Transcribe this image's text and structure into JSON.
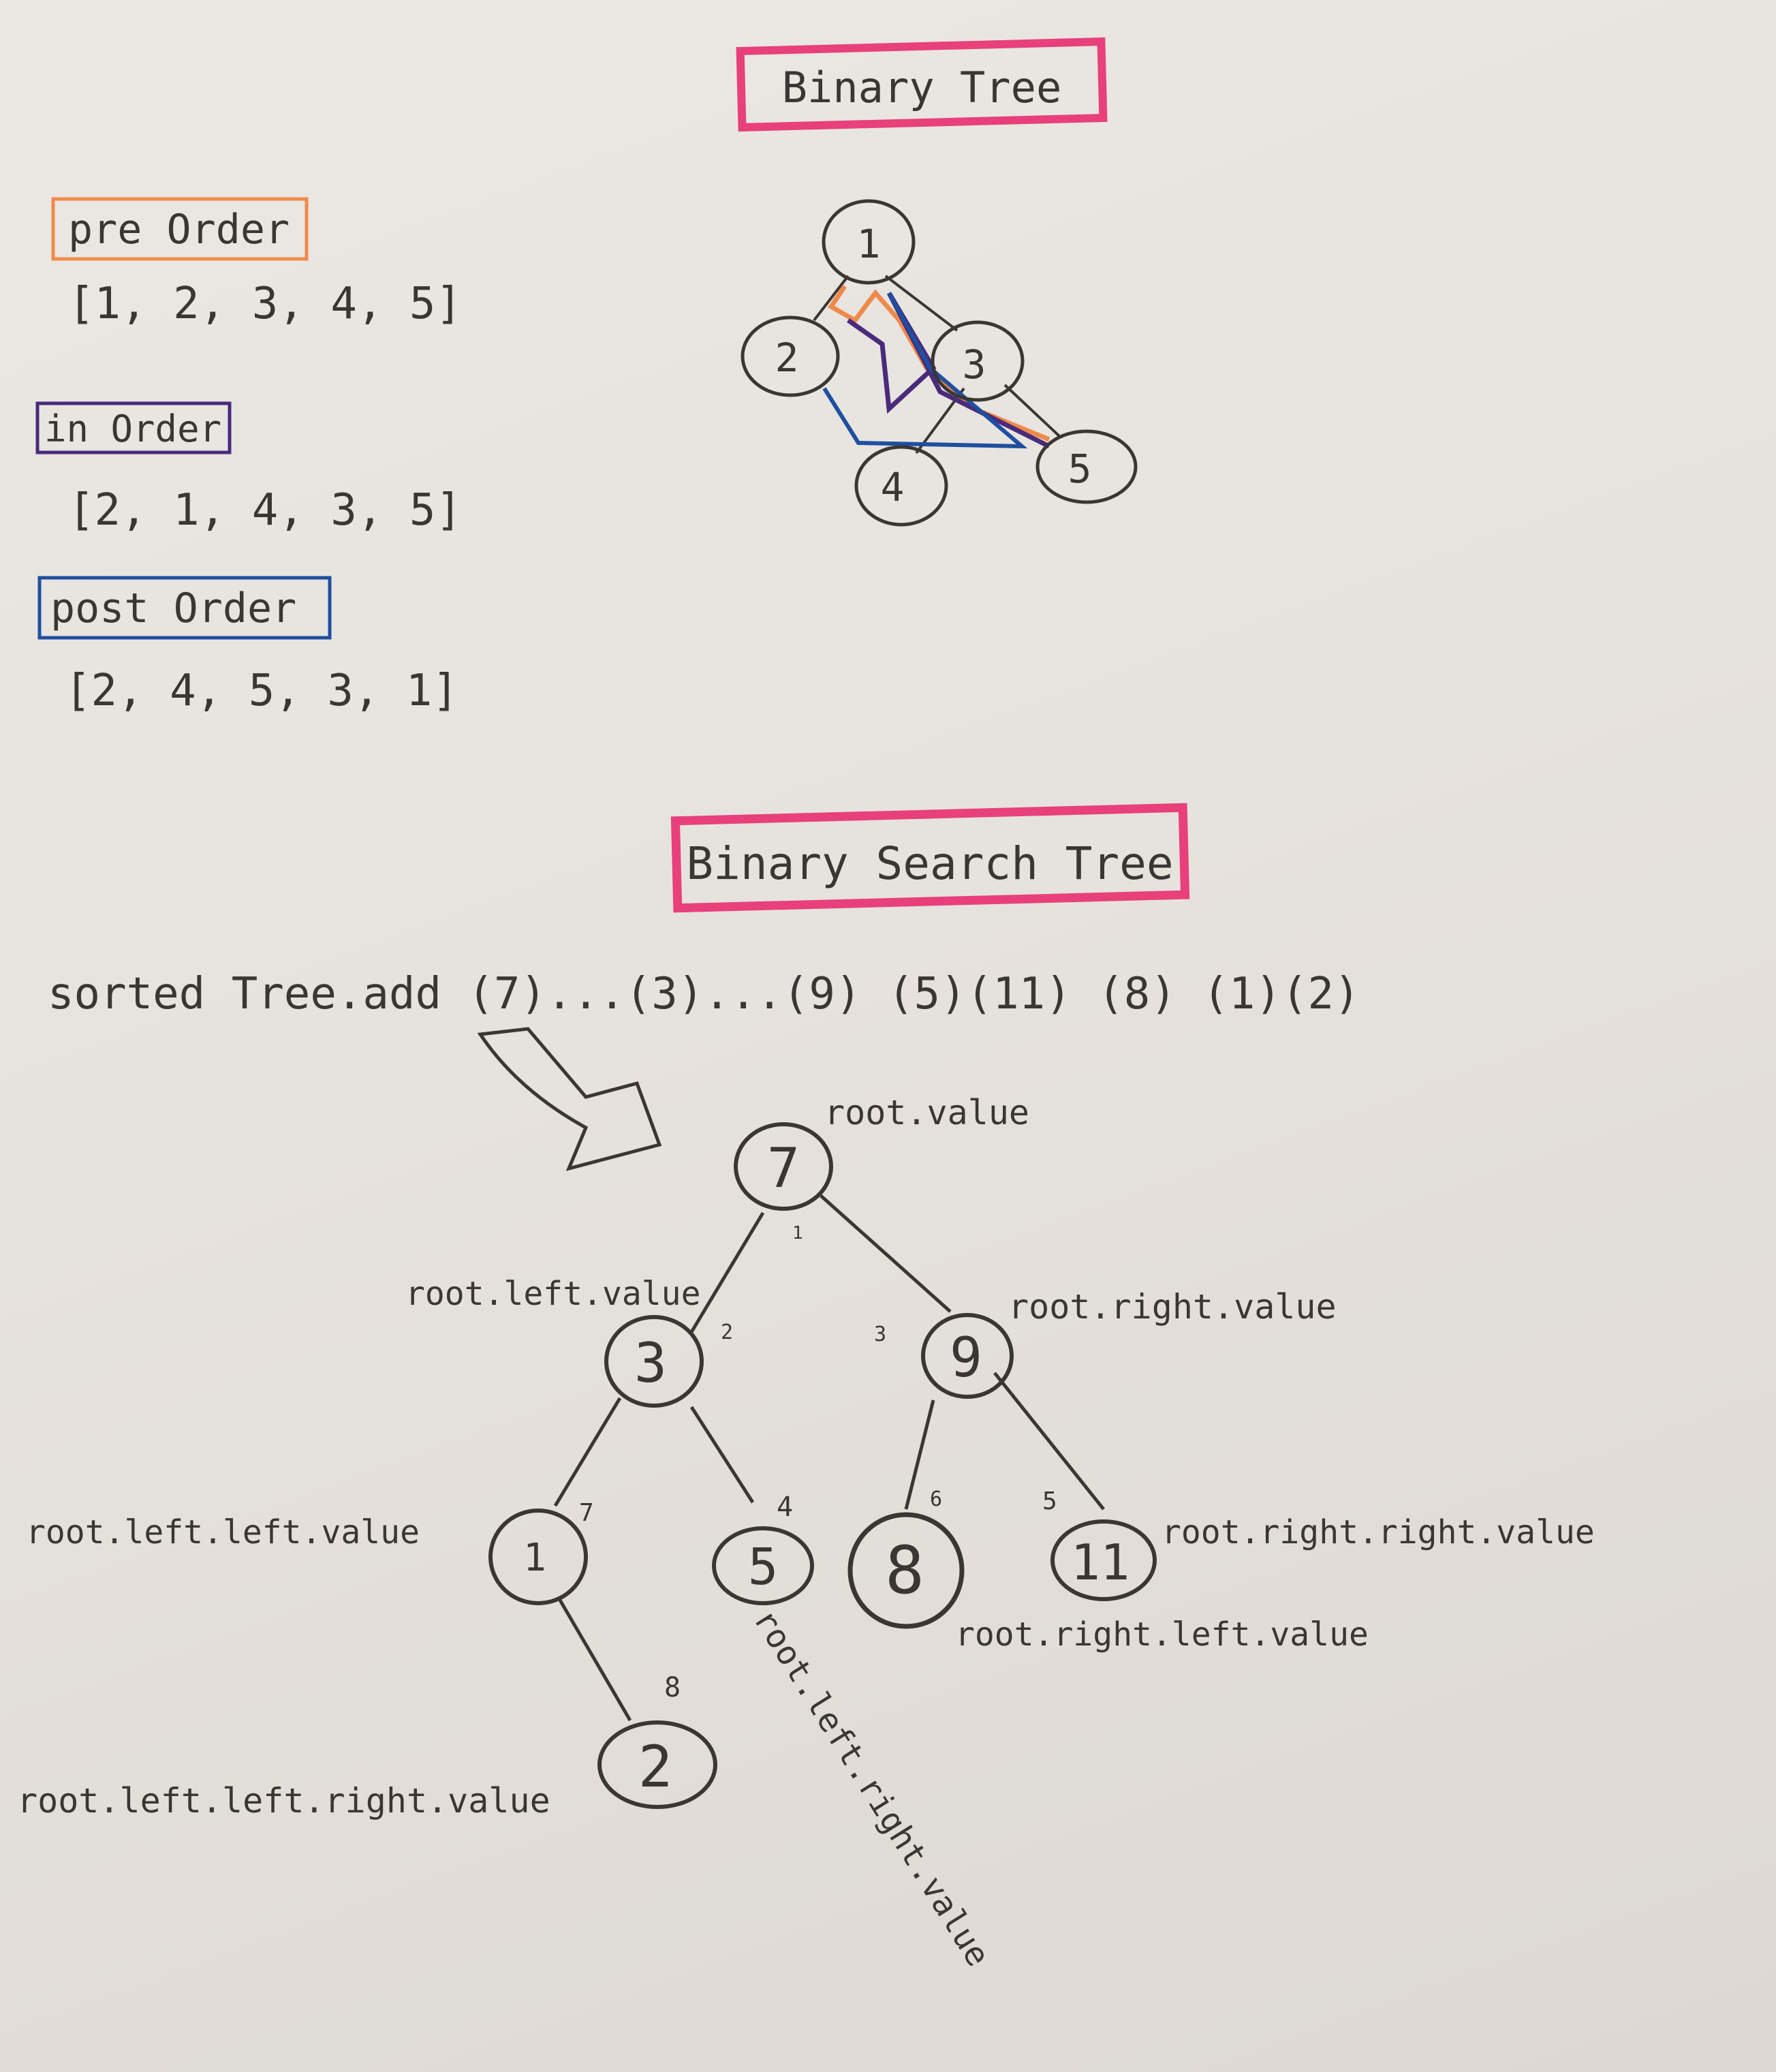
{
  "binary_tree": {
    "title": "Binary Tree",
    "nodes": [
      "1",
      "2",
      "3",
      "4",
      "5"
    ],
    "traversals": [
      {
        "label": "pre Order",
        "result": "[1, 2, 3, 4, 5]",
        "color": "#f08a4b"
      },
      {
        "label": "in Order",
        "result": "[2, 1, 4, 3, 5]",
        "color": "#4a2a7a"
      },
      {
        "label": "post Order",
        "result": "[2, 4, 5, 3, 1]",
        "color": "#1f4fa0"
      }
    ]
  },
  "bst": {
    "title": "Binary Search Tree",
    "add_calls": "sorted Tree.add (7)...(3)...(9) (5)(11) (8) (1)(2)",
    "nodes": [
      "7",
      "3",
      "9",
      "1",
      "5",
      "8",
      "11",
      "2"
    ],
    "step_numbers": [
      "1",
      "2",
      "3",
      "4",
      "5",
      "6",
      "7",
      "8"
    ],
    "labels": {
      "root": "root.value",
      "left": "root.left.value",
      "right": "root.right.value",
      "left_left": "root.left.left.value",
      "right_right": "root.right.right.value",
      "right_left": "root.right.left.value",
      "left_left_right": "root.left.left.right.value",
      "left_right": "root.left.right.value"
    }
  },
  "colors": {
    "title_box": "#e8407a",
    "ink": "#3a3634",
    "preorder": "#f08a4b",
    "inorder": "#4a2a7a",
    "postorder": "#1f4fa0"
  }
}
